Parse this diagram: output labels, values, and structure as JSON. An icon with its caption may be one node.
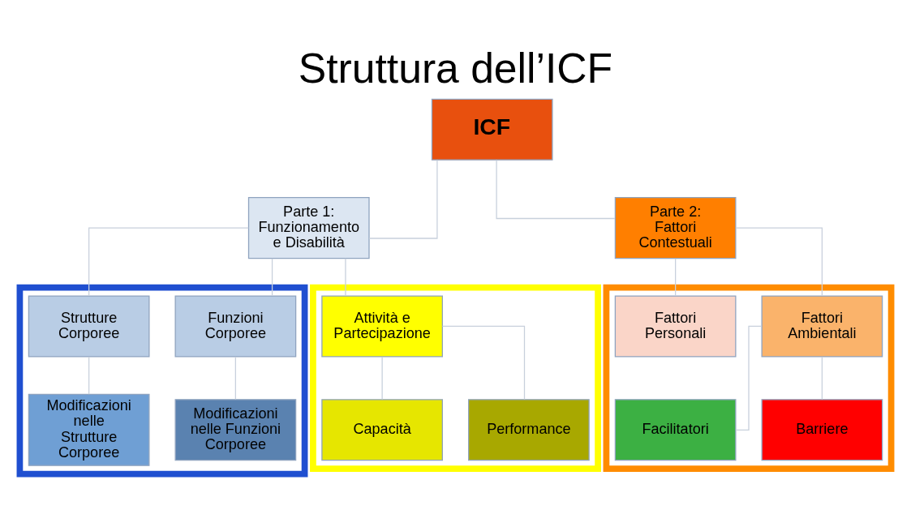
{
  "diagram": {
    "title": "Struttura dell’ICF",
    "nodes": [
      {
        "text": [
          "ICF"
        ]
      },
      {
        "text": [
          "Parte 1: Funzionamento e Disabilità"
        ]
      },
      {
        "text": [
          "Parte 2: Fattori Contestuali"
        ]
      },
      {
        "text": [],
        "shape": "box"
      },
      {
        "text": [
          "Funzioni Corporee"
        ],
        "in": 3
      },
      {
        "text": [
          "Strutture Corporee"
        ],
        "in": 3
      },
      {
        "text": [
          "Modificazioni nelle Funzioni Corporee"
        ],
        "in": 3
      },
      {
        "text": [
          "Modificazioni nelle Strutture Corporee"
        ],
        "in": 3
      },
      {
        "text": [],
        "shape": "box"
      },
      {
        "text": [
          "Attività e Partecipazione"
        ],
        "in": 8
      },
      {
        "text": [
          "Capacità"
        ],
        "in": 8
      },
      {
        "text": [
          "Performance"
        ],
        "in": 8
      },
      {
        "text": [],
        "shape": "box"
      },
      {
        "text": [
          "Fattori Ambientali"
        ],
        "in": 12
      },
      {
        "text": [
          "Fattori Personali"
        ],
        "in": 12
      },
      {
        "text": [
          "Facilitatori"
        ],
        "in": 12
      },
      {
        "text": [
          "Barriere"
        ],
        "in": 12
      }
    ],
    "edges": [
      {
        "from": 0,
        "to": 1,
        "arrow": "none"
      },
      {
        "from": 0,
        "to": 2,
        "arrow": "none"
      },
      {
        "from": 1,
        "to": 4,
        "arrow": "none"
      },
      {
        "from": 1,
        "to": 5,
        "arrow": "none"
      },
      {
        "from": 1,
        "to": 9,
        "arrow": "none"
      },
      {
        "from": 4,
        "to": 6,
        "arrow": "none"
      },
      {
        "from": 5,
        "to": 7,
        "arrow": "none"
      },
      {
        "from": 9,
        "to": 10,
        "arrow": "none"
      },
      {
        "from": 9,
        "to": 11,
        "arrow": "none"
      },
      {
        "from": 2,
        "to": 13,
        "arrow": "none"
      },
      {
        "from": 2,
        "to": 14,
        "arrow": "none"
      },
      {
        "from": 13,
        "to": 15,
        "arrow": "none"
      },
      {
        "from": 13,
        "to": 16,
        "arrow": "none"
      }
    ]
  }
}
